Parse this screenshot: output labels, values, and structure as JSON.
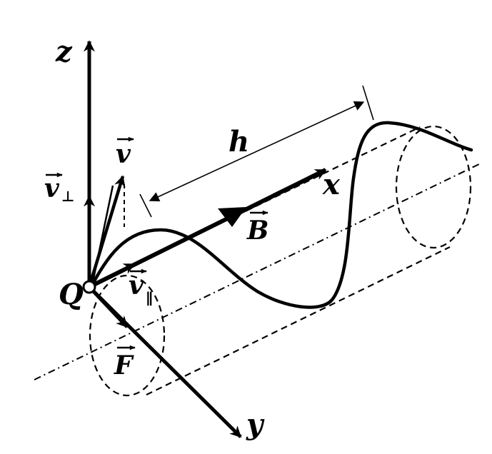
{
  "labels": {
    "z": "z",
    "x": "x",
    "y": "y",
    "h": "h",
    "Q": "Q",
    "v": "v",
    "v_perp_base": "v",
    "v_perp_sub": "⊥",
    "v_par_base": "v",
    "v_par_sub": "∥",
    "B": "B",
    "F": "F"
  },
  "colors": {
    "ink": "#000000",
    "background": "#ffffff"
  }
}
